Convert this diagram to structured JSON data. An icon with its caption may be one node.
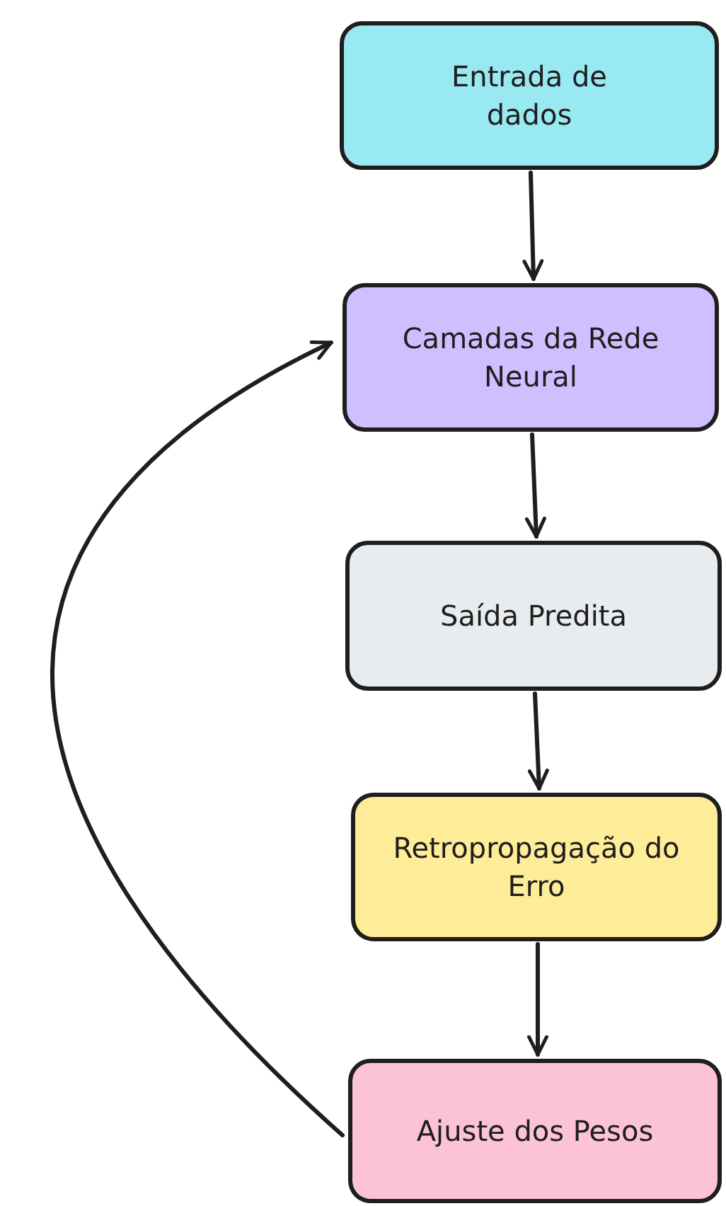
{
  "diagram": {
    "nodes": [
      {
        "text": [
          "Entrada de dados"
        ]
      },
      {
        "text": [
          "Camadas da Rede Neural"
        ]
      },
      {
        "text": [
          "Saída Predita"
        ]
      },
      {
        "text": [
          "Retropropagação do Erro"
        ]
      },
      {
        "text": [
          "Ajuste dos Pesos"
        ]
      }
    ],
    "edges": [
      {
        "from": 0,
        "to": 1,
        "arrow": "to"
      },
      {
        "from": 1,
        "to": 2,
        "arrow": "to"
      },
      {
        "from": 2,
        "to": 3,
        "arrow": "to"
      },
      {
        "from": 3,
        "to": 4,
        "arrow": "to"
      },
      {
        "from": 4,
        "to": 1,
        "arrow": "to"
      }
    ]
  }
}
